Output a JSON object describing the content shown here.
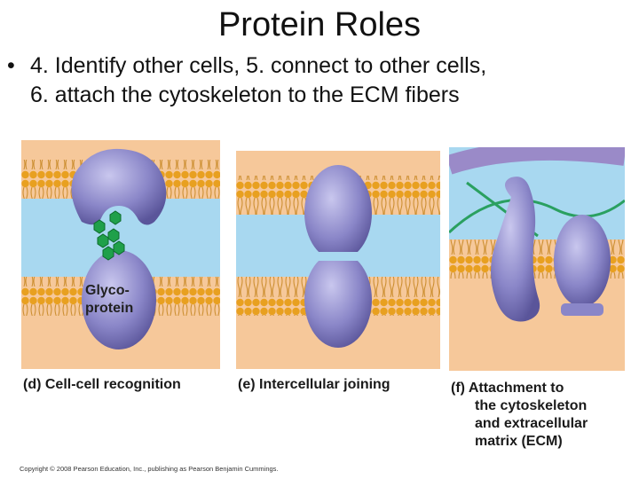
{
  "slide": {
    "title": "Protein Roles",
    "bullet_mark": "•",
    "bullet_line1": "4. Identify other cells, 5. connect to other cells,",
    "bullet_line2": "6. attach the cytoskeleton to the ECM fibers"
  },
  "figure": {
    "panel_d": {
      "label": "Glyco-\nprotein",
      "label_line1": "Glyco-",
      "label_line2": "protein",
      "caption": "(d) Cell-cell recognition"
    },
    "panel_e": {
      "caption": "(e) Intercellular joining"
    },
    "panel_f": {
      "caption_line1": "(f)  Attachment to",
      "caption_line2": "the cytoskeleton",
      "caption_line3": "and extracellular",
      "caption_line4": "matrix (ECM)"
    },
    "copyright": "Copyright © 2008 Pearson Education, Inc., publishing as Pearson Benjamin Cummings."
  },
  "colors": {
    "background": "#ffffff",
    "membrane_band": "#f6c89a",
    "extracellular_space": "#a8d8f0",
    "phospholipid_head": "#e8a020",
    "protein_fill": "#8a86c8",
    "protein_highlight": "#c9c7ee",
    "carbohydrate": "#1fa04a",
    "cytoskeleton": "#9a8ac8",
    "ecm_fiber": "#2aa060"
  }
}
